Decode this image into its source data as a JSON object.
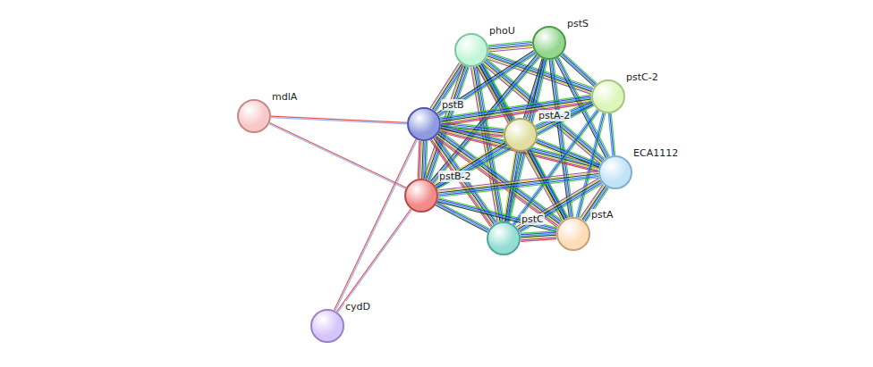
{
  "diagram": {
    "nodes": [
      {
        "text": [
          "mdlA"
        ]
      },
      {
        "text": [
          "phoU"
        ]
      },
      {
        "text": [
          "pstS"
        ]
      },
      {
        "text": [
          "pstB"
        ]
      },
      {
        "text": [
          "pstA-2"
        ]
      },
      {
        "text": [
          "pstC-2"
        ]
      },
      {
        "text": [
          "ECA1112"
        ]
      },
      {
        "text": [
          "pstB-2"
        ]
      },
      {
        "text": [
          "pstC"
        ]
      },
      {
        "text": [
          "pstA"
        ]
      },
      {
        "text": [
          "cydD"
        ]
      }
    ],
    "edges": [
      {
        "from": 1,
        "to": 2,
        "arrow": "none"
      },
      {
        "from": 1,
        "to": 3,
        "arrow": "none"
      },
      {
        "from": 1,
        "to": 4,
        "arrow": "none"
      },
      {
        "from": 1,
        "to": 5,
        "arrow": "none"
      },
      {
        "from": 1,
        "to": 6,
        "arrow": "none"
      },
      {
        "from": 1,
        "to": 7,
        "arrow": "none"
      },
      {
        "from": 1,
        "to": 8,
        "arrow": "none"
      },
      {
        "from": 1,
        "to": 9,
        "arrow": "none"
      },
      {
        "from": 2,
        "to": 3,
        "arrow": "none"
      },
      {
        "from": 2,
        "to": 4,
        "arrow": "none"
      },
      {
        "from": 2,
        "to": 5,
        "arrow": "none"
      },
      {
        "from": 2,
        "to": 6,
        "arrow": "none"
      },
      {
        "from": 2,
        "to": 7,
        "arrow": "none"
      },
      {
        "from": 2,
        "to": 8,
        "arrow": "none"
      },
      {
        "from": 2,
        "to": 9,
        "arrow": "none"
      },
      {
        "from": 3,
        "to": 4,
        "arrow": "none"
      },
      {
        "from": 3,
        "to": 5,
        "arrow": "none"
      },
      {
        "from": 3,
        "to": 6,
        "arrow": "none"
      },
      {
        "from": 3,
        "to": 7,
        "arrow": "none"
      },
      {
        "from": 3,
        "to": 8,
        "arrow": "none"
      },
      {
        "from": 3,
        "to": 9,
        "arrow": "none"
      },
      {
        "from": 4,
        "to": 5,
        "arrow": "none"
      },
      {
        "from": 4,
        "to": 6,
        "arrow": "none"
      },
      {
        "from": 4,
        "to": 7,
        "arrow": "none"
      },
      {
        "from": 4,
        "to": 8,
        "arrow": "none"
      },
      {
        "from": 4,
        "to": 9,
        "arrow": "none"
      },
      {
        "from": 5,
        "to": 6,
        "arrow": "none"
      },
      {
        "from": 5,
        "to": 7,
        "arrow": "none"
      },
      {
        "from": 5,
        "to": 8,
        "arrow": "none"
      },
      {
        "from": 5,
        "to": 9,
        "arrow": "none"
      },
      {
        "from": 6,
        "to": 7,
        "arrow": "none"
      },
      {
        "from": 6,
        "to": 8,
        "arrow": "none"
      },
      {
        "from": 6,
        "to": 9,
        "arrow": "none"
      },
      {
        "from": 7,
        "to": 8,
        "arrow": "none"
      },
      {
        "from": 7,
        "to": 9,
        "arrow": "none"
      },
      {
        "from": 8,
        "to": 9,
        "arrow": "none"
      },
      {
        "from": 0,
        "to": 3,
        "arrow": "none"
      },
      {
        "from": 0,
        "to": 7,
        "arrow": "none"
      },
      {
        "from": 10,
        "to": 3,
        "arrow": "none"
      },
      {
        "from": 10,
        "to": 7,
        "arrow": "none"
      }
    ]
  }
}
